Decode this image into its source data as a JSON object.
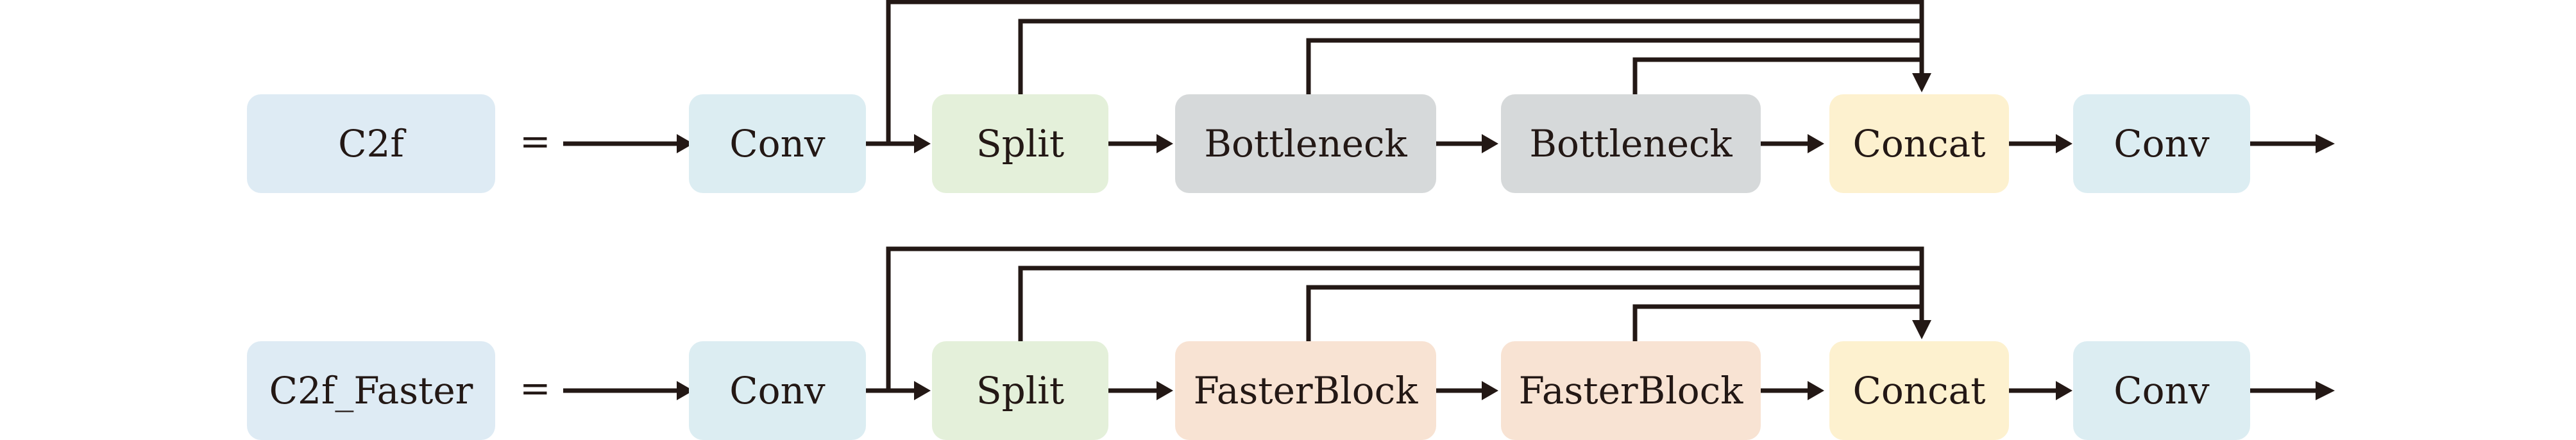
{
  "rows": [
    {
      "name": "C2f",
      "equals": "=",
      "blocks": [
        "Conv",
        "Split",
        "Bottleneck",
        "Bottleneck",
        "Concat",
        "Conv"
      ]
    },
    {
      "name": "C2f_Faster",
      "equals": "=",
      "blocks": [
        "Conv",
        "Split",
        "FasterBlock",
        "FasterBlock",
        "Concat",
        "Conv"
      ]
    }
  ],
  "colors": {
    "name_box": "#deebf4",
    "conv": "#dcedf2",
    "split": "#e4f0da",
    "bottleneck": "#d6d9da",
    "fasterblock": "#f8e3d3",
    "concat": "#fdf1cf",
    "line": "#231815"
  }
}
